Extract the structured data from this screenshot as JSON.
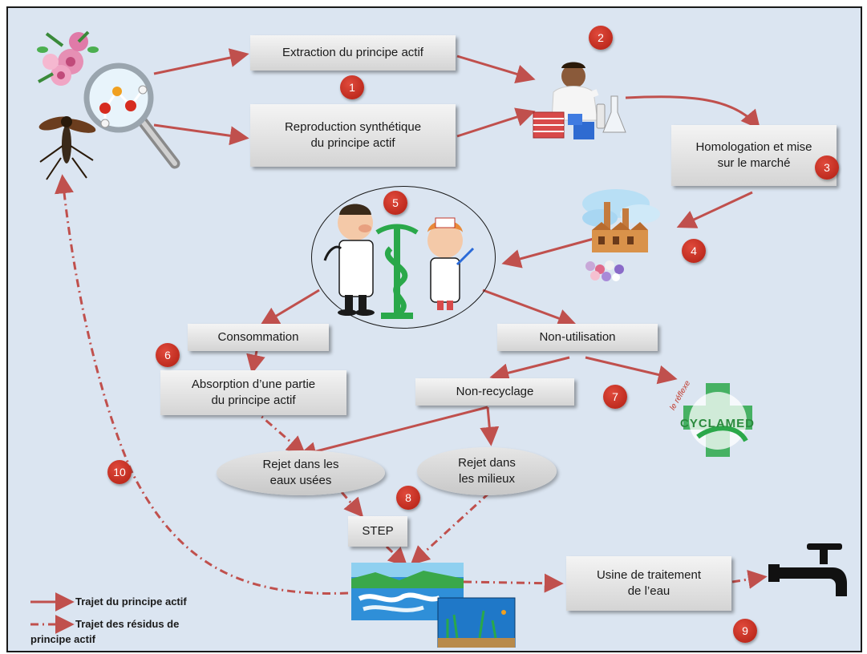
{
  "steps": {
    "extraction": "Extraction du principe actif",
    "synthese_line1": "Reproduction synthétique",
    "synthese_line2": "du principe actif",
    "homologation_line1": "Homologation et mise",
    "homologation_line2": "sur le marché",
    "consommation": "Consommation",
    "absorption_line1": "Absorption d’une partie",
    "absorption_line2": "du principe actif",
    "non_utilisation": "Non-utilisation",
    "non_recyclage": "Non-recyclage",
    "rejet_eaux_line1": "Rejet dans les",
    "rejet_eaux_line2": "eaux usées",
    "rejet_milieux_line1": "Rejet dans",
    "rejet_milieux_line2": "les milieux",
    "step": "STEP",
    "usine_line1": "Usine de traitement",
    "usine_line2": "de l’eau"
  },
  "badges": [
    "1",
    "2",
    "3",
    "4",
    "5",
    "6",
    "7",
    "8",
    "9",
    "10"
  ],
  "logo": {
    "name": "CYCLAMED",
    "tagline": "le réflexe"
  },
  "legend": {
    "solid": "Trajet du principe actif",
    "dashed_line1": "Trajet des résidus de",
    "dashed_line2": "principe actif"
  },
  "colors": {
    "arrow": "#c0504d",
    "background": "#dbe5f1",
    "badge": "#c0392b",
    "logo_green": "#2b8a3e"
  },
  "icons": [
    "flower-insect-icon",
    "magnifier-molecule-icon",
    "chemist-icon",
    "factory-icon",
    "doctor-nurse-icon",
    "caduceus-icon",
    "cyclamed-logo",
    "water-landscape-icon",
    "aquarium-icon",
    "faucet-icon"
  ]
}
